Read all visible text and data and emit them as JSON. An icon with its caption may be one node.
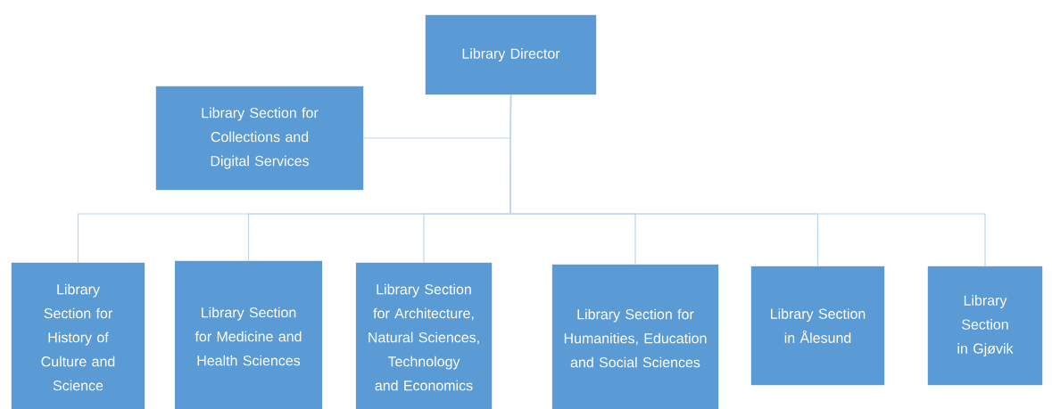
{
  "diagram": {
    "nodes": [
      {
        "text": [
          "Library Director"
        ]
      },
      {
        "text": [
          "Library Section for Collections and Digital Services"
        ]
      },
      {
        "text": [
          "Library Section for History of Culture and Science"
        ]
      },
      {
        "text": [
          "Library Section for Medicine and Health Sciences"
        ]
      },
      {
        "text": [
          "Library Section for Architecture, Natural Sciences, Technology and Economics"
        ]
      },
      {
        "text": [
          "Library Section for Humanities, Education and Social Sciences"
        ]
      },
      {
        "text": [
          "Library Section in Ålesund"
        ]
      },
      {
        "text": [
          "Library Section in Gjøvik"
        ]
      }
    ],
    "edges": [
      {
        "from": 0,
        "to": 1,
        "arrow": "none"
      },
      {
        "from": 0,
        "to": 2,
        "arrow": "none"
      },
      {
        "from": 0,
        "to": 3,
        "arrow": "none"
      },
      {
        "from": 0,
        "to": 4,
        "arrow": "none"
      },
      {
        "from": 0,
        "to": 5,
        "arrow": "none"
      },
      {
        "from": 0,
        "to": 6,
        "arrow": "none"
      },
      {
        "from": 0,
        "to": 7,
        "arrow": "none"
      }
    ]
  }
}
